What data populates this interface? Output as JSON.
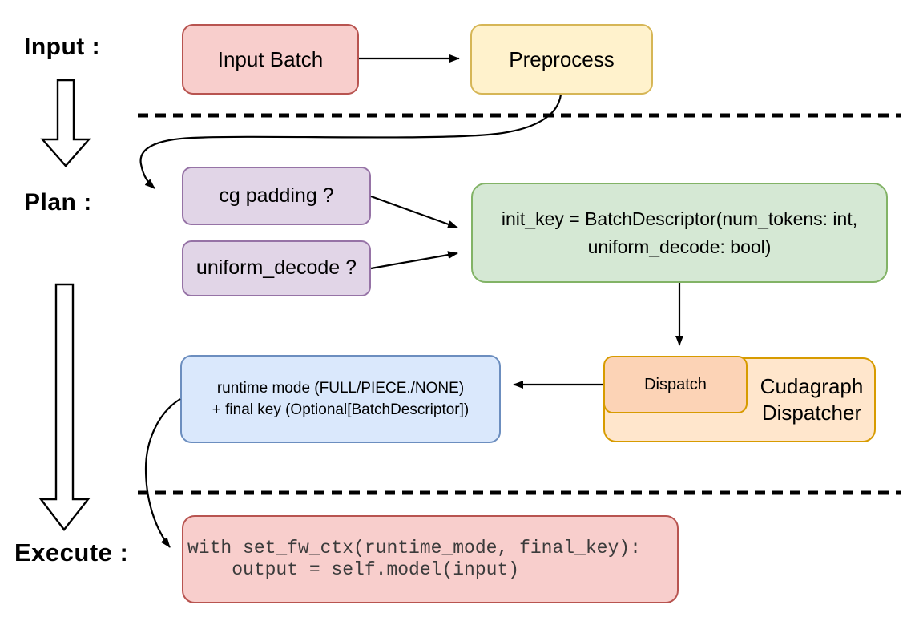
{
  "palette": {
    "ink": "#000000",
    "code_ink": "#3b3b3b",
    "red_fill": "#f8cecc",
    "red_stroke": "#b85450",
    "yellow_fill": "#fff2cc",
    "yellow_stroke": "#d6b656",
    "purple_fill": "#e1d5e7",
    "purple_stroke": "#9673a6",
    "green_fill": "#d5e8d4",
    "green_stroke": "#82b366",
    "blue_fill": "#dae8fc",
    "blue_stroke": "#6c8ebf",
    "orange_fill": "#ffe6cc",
    "orange_stroke": "#d79b00",
    "peach_fill": "#fcd3b6"
  },
  "stage_labels": {
    "input": "Input :",
    "plan": "Plan :",
    "execute": "Execute :"
  },
  "nodes": {
    "input_batch": {
      "label": "Input Batch"
    },
    "preprocess": {
      "label": "Preprocess"
    },
    "cg_padding": {
      "label": "cg padding ?"
    },
    "uniform_decode": {
      "label": "uniform_decode ?"
    },
    "init_key": {
      "line1": "init_key = BatchDescriptor(num_tokens: int,",
      "line2": "uniform_decode: bool)"
    },
    "dispatch": {
      "label": "Dispatch"
    },
    "cudagraph_dispatcher": {
      "line1": "Cudagraph",
      "line2": "Dispatcher"
    },
    "runtime_mode": {
      "line1": "runtime mode (FULL/PIECE./NONE)",
      "line2": "+ final key (Optional[BatchDescriptor])"
    },
    "execute_code": {
      "line1": "with set_fw_ctx(runtime_mode, final_key):",
      "line2": "    output = self.model(input)"
    }
  }
}
